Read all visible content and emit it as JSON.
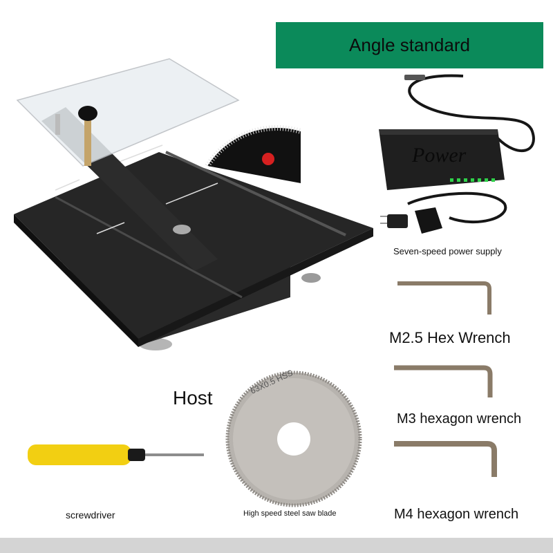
{
  "banner": {
    "title": "Angle standard",
    "color": "#0b8a5a"
  },
  "power_supply": {
    "brand": "Power",
    "caption": "Seven-speed power supply"
  },
  "host": {
    "caption": "Host"
  },
  "saw_blade": {
    "engraving": "63X0.5 HSS",
    "caption": "High speed steel saw blade"
  },
  "screwdriver": {
    "caption": "screwdriver"
  },
  "wrenches": [
    {
      "caption": "M2.5 Hex Wrench"
    },
    {
      "caption": "M3 hexagon wrench"
    },
    {
      "caption": "M4 hexagon wrench"
    }
  ]
}
